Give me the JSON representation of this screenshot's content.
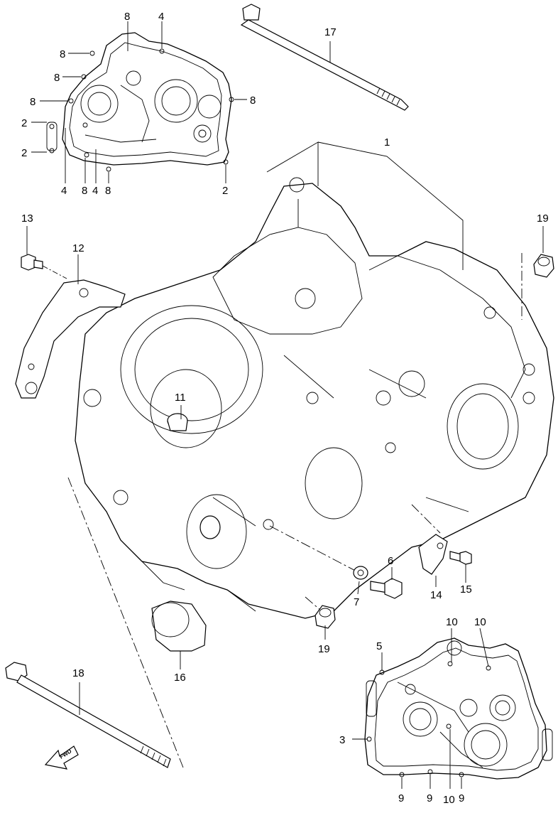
{
  "diagram": {
    "labels": {
      "p1": "1",
      "p2a": "2",
      "p2b": "2",
      "p2c": "2",
      "p3": "3",
      "p4a": "4",
      "p4b": "4",
      "p4c": "4",
      "p5": "5",
      "p6": "6",
      "p7": "7",
      "p8a": "8",
      "p8b": "8",
      "p8c": "8",
      "p8d": "8",
      "p8e": "8",
      "p8f": "8",
      "p8g": "8",
      "p9a": "9",
      "p9b": "9",
      "p9c": "9",
      "p10a": "10",
      "p10b": "10",
      "p10c": "10",
      "p11": "11",
      "p12": "12",
      "p13": "13",
      "p14": "14",
      "p15": "15",
      "p16": "16",
      "p17": "17",
      "p18": "18",
      "p19a": "19",
      "p19b": "19"
    },
    "fwd_arrow_text": "FWD"
  }
}
